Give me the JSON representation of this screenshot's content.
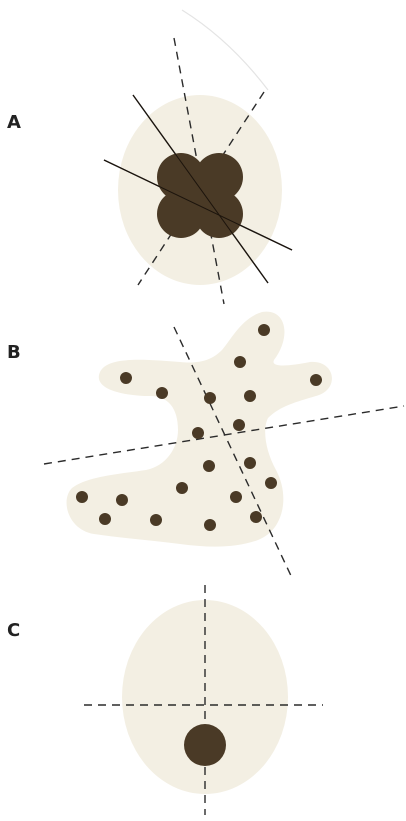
{
  "panels": [
    {
      "id": "A",
      "label": "A"
    },
    {
      "id": "B",
      "label": "B"
    },
    {
      "id": "C",
      "label": "C"
    }
  ],
  "colors": {
    "cell_fill": "#f3efe3",
    "dark_body": "#4a3a26",
    "dashed_line": "#2b2b2b",
    "solid_line": "#222222",
    "label": "#222222"
  }
}
